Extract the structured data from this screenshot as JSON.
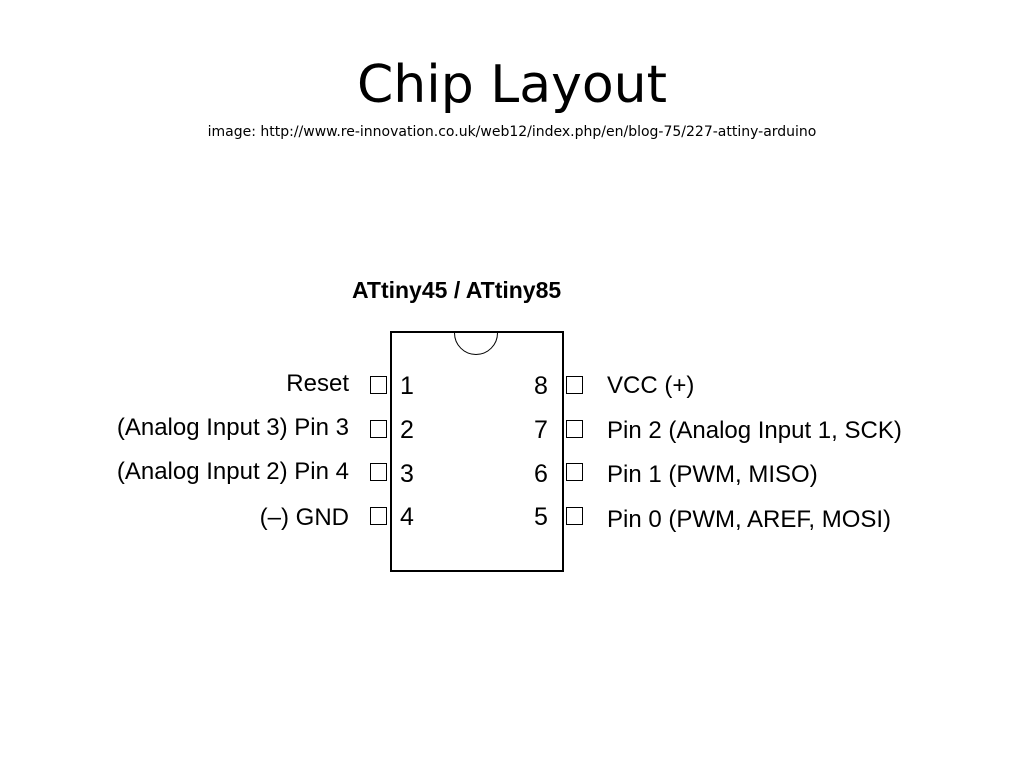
{
  "slide": {
    "title": "Chip Layout",
    "subtitle": "image: http://www.re-innovation.co.uk/web12/index.php/en/blog-75/227-attiny-arduino"
  },
  "diagram": {
    "title": "ATtiny45 / ATtiny85",
    "left_pins": [
      {
        "number": "1",
        "label": "Reset"
      },
      {
        "number": "2",
        "label": "(Analog Input 3) Pin 3"
      },
      {
        "number": "3",
        "label": "(Analog Input 2) Pin 4"
      },
      {
        "number": "4",
        "label": "(–) GND"
      }
    ],
    "right_pins": [
      {
        "number": "8",
        "label": "VCC (+)"
      },
      {
        "number": "7",
        "label": "Pin 2 (Analog Input 1, SCK)"
      },
      {
        "number": "6",
        "label": "Pin 1 (PWM, MISO)"
      },
      {
        "number": "5",
        "label": "Pin 0 (PWM, AREF, MOSI)"
      }
    ]
  }
}
